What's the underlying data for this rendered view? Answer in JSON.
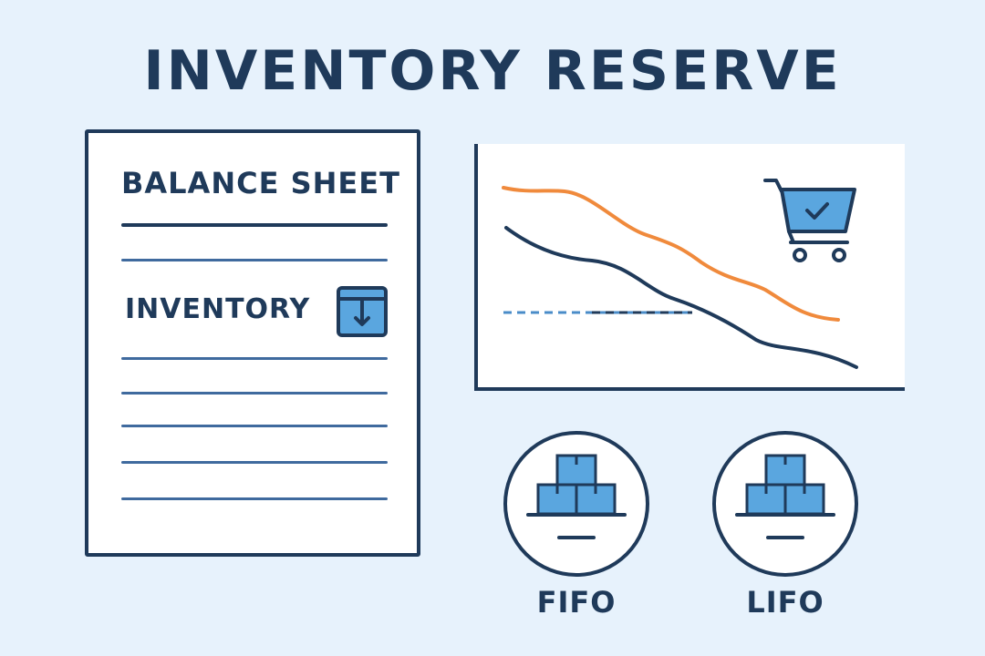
{
  "title": "INVENTORY RESERVE",
  "balance_sheet": {
    "heading": "BALANCE SHEET",
    "line_item": "INVENTORY",
    "line_item_icon": "box-down-arrow-icon"
  },
  "chart": {
    "icon": "shopping-cart-check-icon",
    "colors": {
      "orange_line": "#f08a3c",
      "navy_line": "#1f3a5a",
      "dashed_line": "#4a8cc8"
    }
  },
  "methods": [
    {
      "label": "FIFO",
      "icon": "stacked-boxes-icon"
    },
    {
      "label": "LIFO",
      "icon": "stacked-boxes-icon"
    }
  ],
  "colors": {
    "background": "#e7f2fc",
    "navy": "#1f3a5a",
    "blue": "#5aa6df",
    "orange": "#f08a3c"
  }
}
